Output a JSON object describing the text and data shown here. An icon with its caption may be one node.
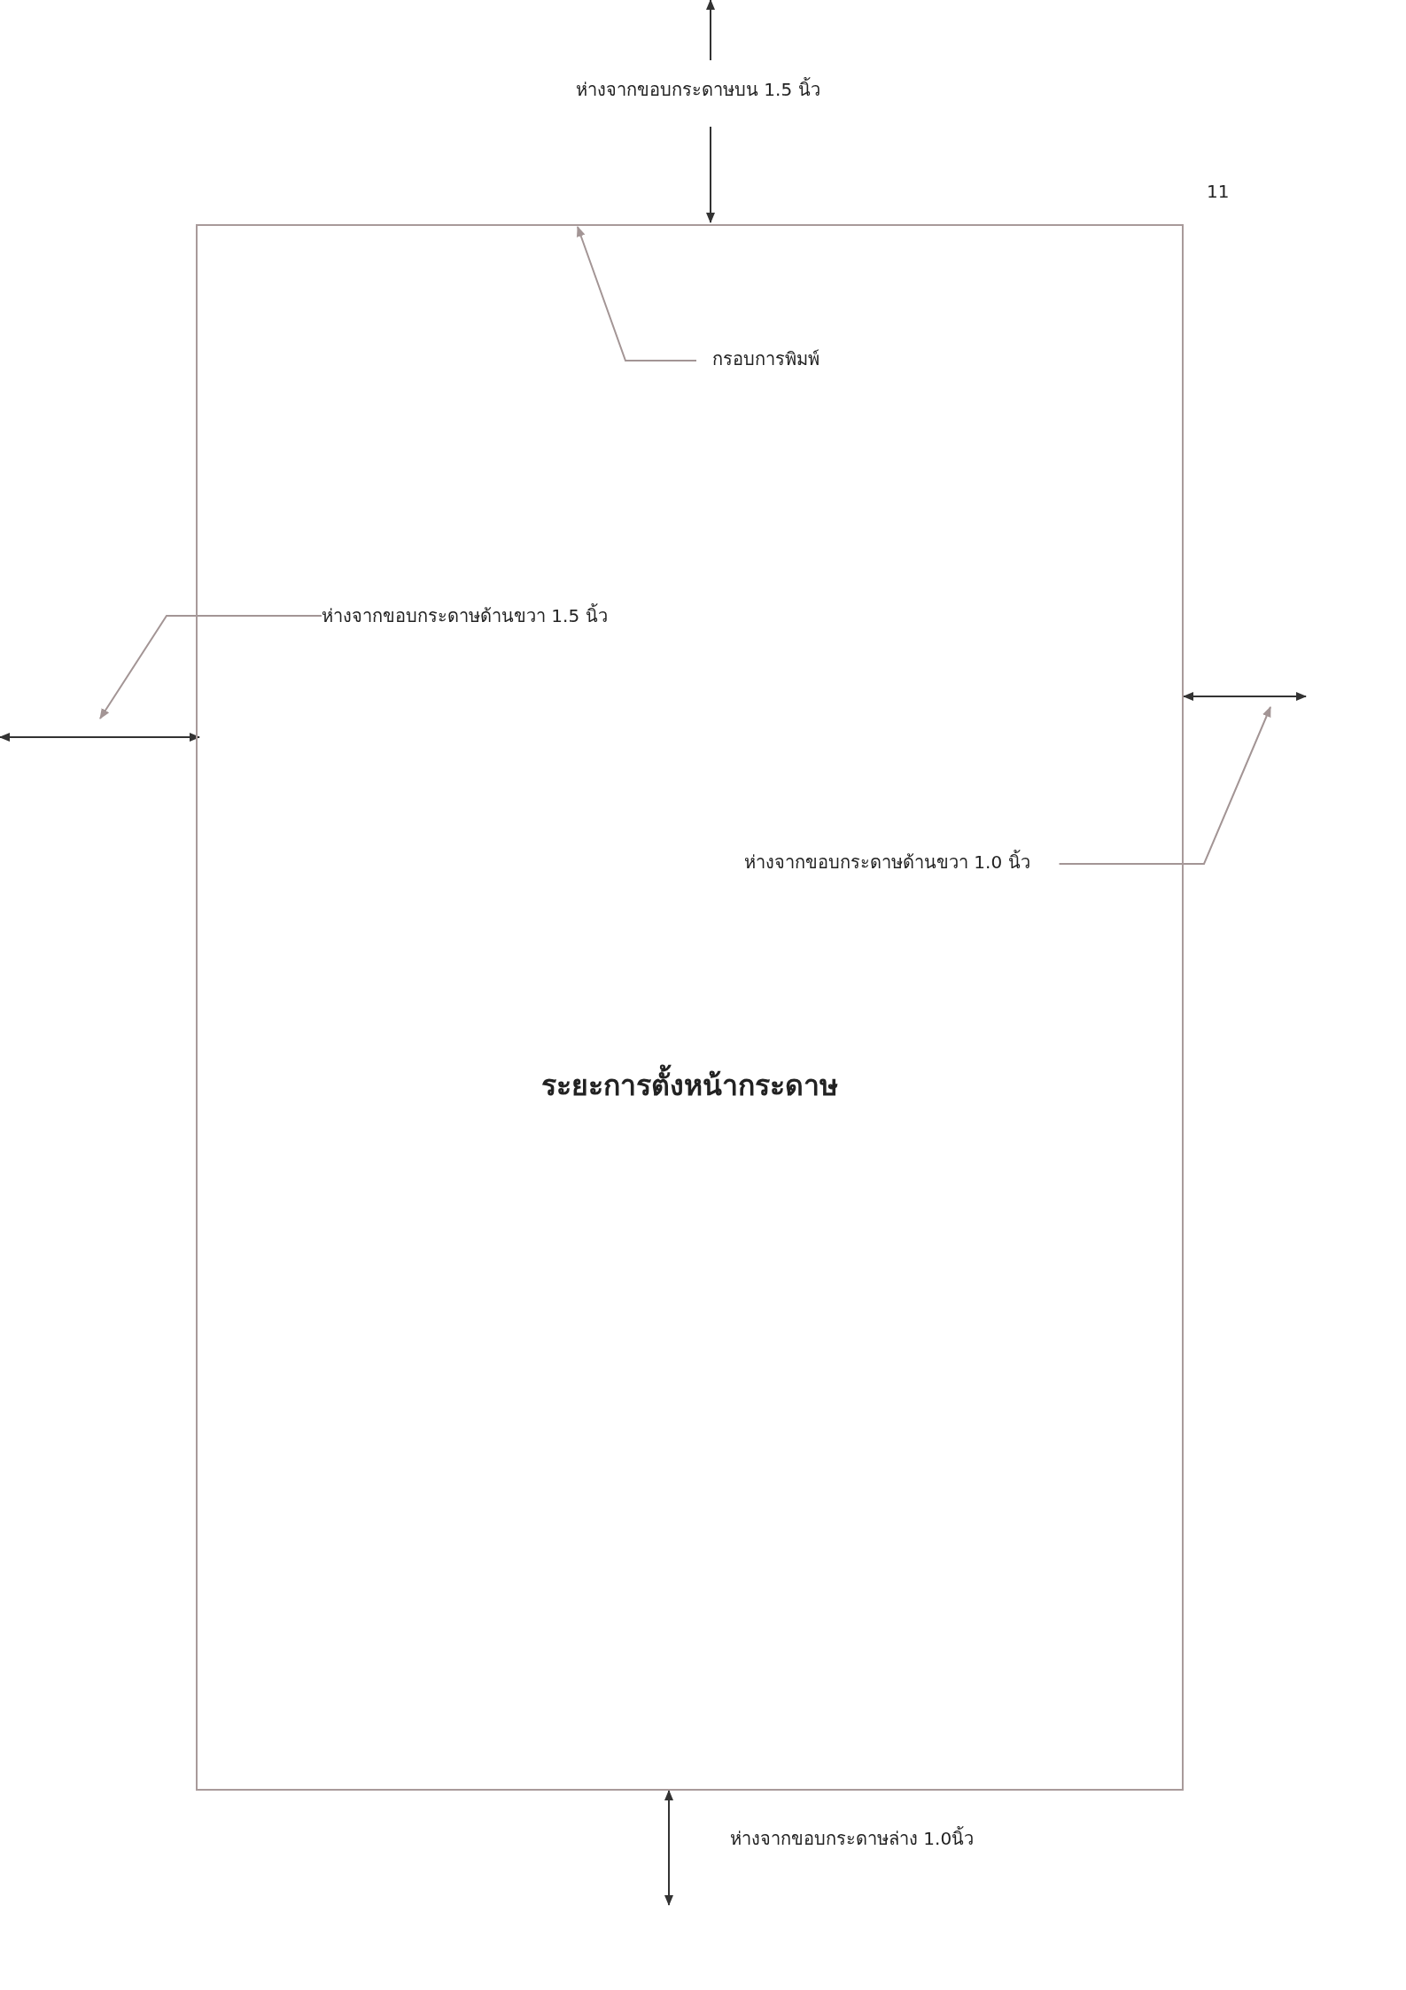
{
  "diagram": {
    "nodes": [
      {
        "text": [
          "ระยะการตั้งหน้ากระดาษ"
        ]
      },
      {
        "text": [
          "กรอบการพิมพ์"
        ],
        "in": 0
      },
      {
        "text": [
          "ห่างจากขอบกระดาษด้านขวา 1.5 นิ้ว"
        ],
        "in": 0
      },
      {
        "text": [
          "ห่างจากขอบกระดาษด้านขวา 1.0 นิ้ว"
        ],
        "in": 0
      }
    ],
    "edges": [
      {
        "from": 1,
        "to": 0,
        "arrow": "to"
      },
      {
        "from": 2,
        "to": null,
        "arrow": "to"
      },
      {
        "from": 3,
        "to": null,
        "arrow": "to"
      }
    ],
    "labels": [
      "ห่างจากขอบกระดาษบน 1.5 นิ้ว",
      "11",
      "ห่างจากขอบกระดาษล่าง 1.0นิ้ว"
    ]
  }
}
